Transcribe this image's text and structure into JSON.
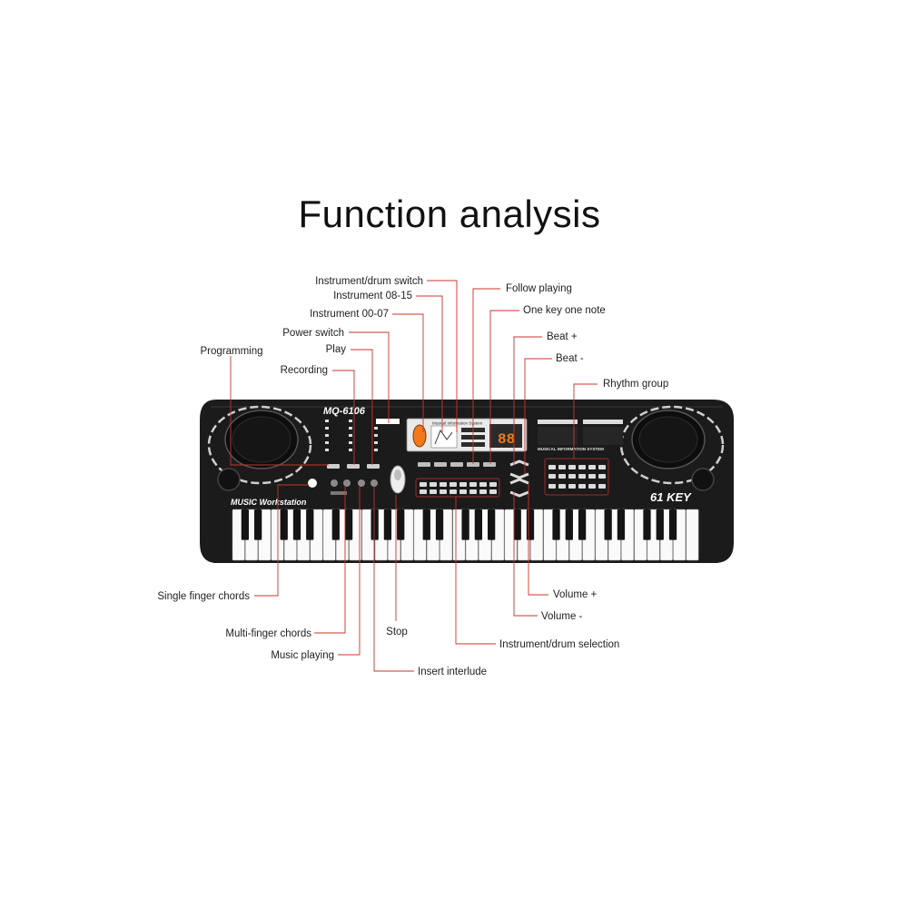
{
  "title": "Function analysis",
  "keyboard": {
    "model": "MQ-6106",
    "subtitle": "MUSIC Workstation",
    "key_count": "61 KEY",
    "display_title": "Musical Information System",
    "display_digits": "88",
    "panel_text": "MUSICAL INFORMATION SYSTEM",
    "white_key_count": 36,
    "colors": {
      "body": "#1b1b1b",
      "accent": "#f07a1a",
      "display_bg": "#2b2b2b",
      "leader": "#c8342e"
    }
  },
  "labels": {
    "instrument_drum_switch": "Instrument/drum switch",
    "instrument_08_15": "Instrument 08-15",
    "instrument_00_07": "Instrument 00-07",
    "power_switch": "Power switch",
    "play": "Play",
    "programming": "Programming",
    "recording": "Recording",
    "follow_playing": "Follow playing",
    "one_key_one_note": "One key one note",
    "beat_plus": "Beat +",
    "beat_minus": "Beat -",
    "rhythm_group": "Rhythm group",
    "single_finger_chords": "Single finger chords",
    "multi_finger_chords": "Multi-finger chords",
    "music_playing": "Music playing",
    "stop": "Stop",
    "insert_interlude": "Insert interlude",
    "instrument_drum_selection": "Instrument/drum selection",
    "volume_plus": "Volume +",
    "volume_minus": "Volume -"
  }
}
